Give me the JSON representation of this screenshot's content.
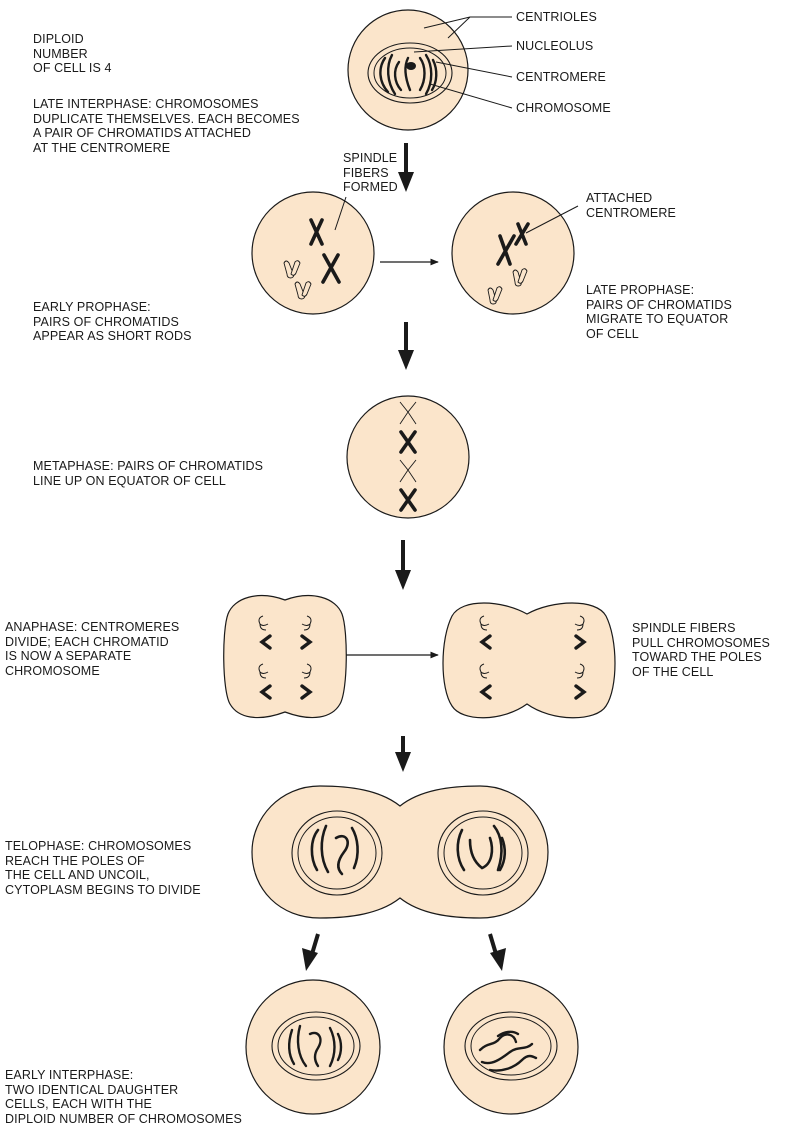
{
  "labels": {
    "diploid": [
      "DIPLOID",
      "NUMBER",
      "OF CELL IS 4"
    ],
    "late_interphase": [
      "LATE INTERPHASE: CHROMOSOMES",
      "DUPLICATE THEMSELVES. EACH BECOMES",
      "A PAIR OF CHROMATIDS ATTACHED",
      "AT THE CENTROMERE"
    ],
    "centrioles": "CENTRIOLES",
    "nucleolus": "NUCLEOLUS",
    "centromere": "CENTROMERE",
    "chromosome": "CHROMOSOME",
    "spindle_fibers_formed": [
      "SPINDLE",
      "FIBERS",
      "FORMED"
    ],
    "attached_centromere": [
      "ATTACHED",
      "CENTROMERE"
    ],
    "early_prophase": [
      "EARLY PROPHASE:",
      "PAIRS OF CHROMATIDS",
      "APPEAR AS SHORT RODS"
    ],
    "late_prophase": [
      "LATE PROPHASE:",
      "PAIRS OF CHROMATIDS",
      "MIGRATE TO EQUATOR",
      "OF CELL"
    ],
    "metaphase": [
      "METAPHASE: PAIRS OF CHROMATIDS",
      "LINE UP ON EQUATOR OF CELL"
    ],
    "anaphase": [
      "ANAPHASE: CENTROMERES",
      "DIVIDE; EACH CHROMATID",
      "IS NOW A SEPARATE",
      "CHROMOSOME"
    ],
    "spindle_pull": [
      "SPINDLE FIBERS",
      "PULL CHROMOSOMES",
      "TOWARD THE POLES",
      "OF THE CELL"
    ],
    "telophase": [
      "TELOPHASE: CHROMOSOMES",
      "REACH THE POLES OF",
      "THE CELL AND UNCOIL,",
      "CYTOPLASM BEGINS TO DIVIDE"
    ],
    "early_interphase": [
      "EARLY INTERPHASE:",
      "TWO IDENTICAL DAUGHTER",
      "CELLS, EACH WITH THE",
      "DIPLOID NUMBER OF CHROMOSOMES"
    ]
  },
  "colors": {
    "cell_fill": "#fbe5cb",
    "outline": "#1a1a1a"
  }
}
